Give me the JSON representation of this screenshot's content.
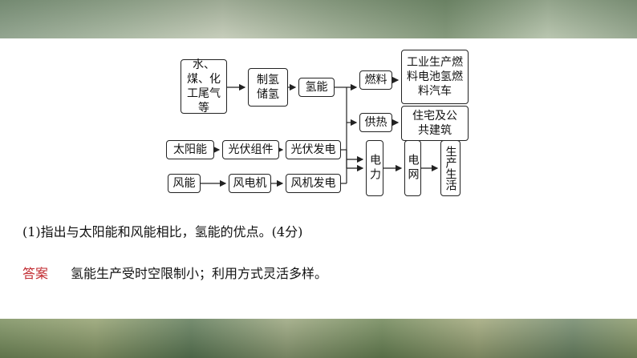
{
  "diagram": {
    "source_box": "水、煤、化工尾气等",
    "hydrogen_production": "制氢储氢",
    "hydrogen_energy": "氢能",
    "fuel": "燃料",
    "fuel_uses": "工业生产燃料电池氢燃料汽车",
    "heating": "供热",
    "heating_uses": "住宅及公共建筑",
    "solar": "太阳能",
    "pv_module": "光伏组件",
    "pv_power": "光伏发电",
    "wind": "风能",
    "wind_turbine": "风电机",
    "wind_power": "风机发电",
    "electricity": "电力",
    "grid": "电网",
    "life": "生产生活"
  },
  "question": "(1)指出与太阳能和风能相比，氢能的优点。(4分)",
  "answer_label": "答案",
  "answer_text": "氢能生产受时空限制小；利用方式灵活多样。"
}
